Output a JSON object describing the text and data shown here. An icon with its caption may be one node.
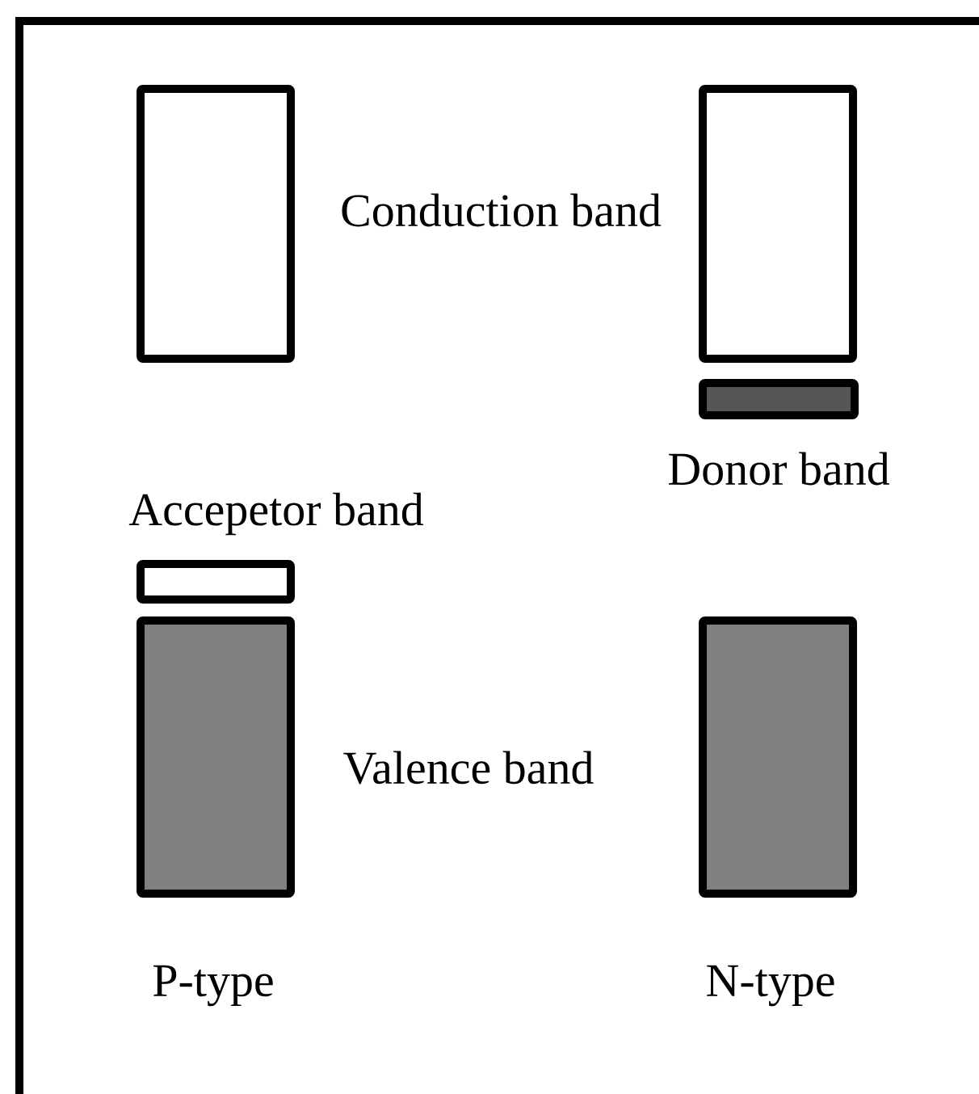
{
  "diagram": {
    "nodes": [
      {
        "text": [],
        "shape": "box"
      },
      {
        "text": [],
        "shape": "box"
      },
      {
        "text": [],
        "shape": "box",
        "beside": [
          "Donor band"
        ]
      },
      {
        "text": [],
        "shape": "box",
        "beside": [
          "Accepetor band"
        ]
      },
      {
        "text": [],
        "shape": "box"
      },
      {
        "text": [],
        "shape": "box"
      }
    ],
    "labels": [
      "Conduction band",
      "Valence band",
      "P-type",
      "N-type"
    ]
  }
}
